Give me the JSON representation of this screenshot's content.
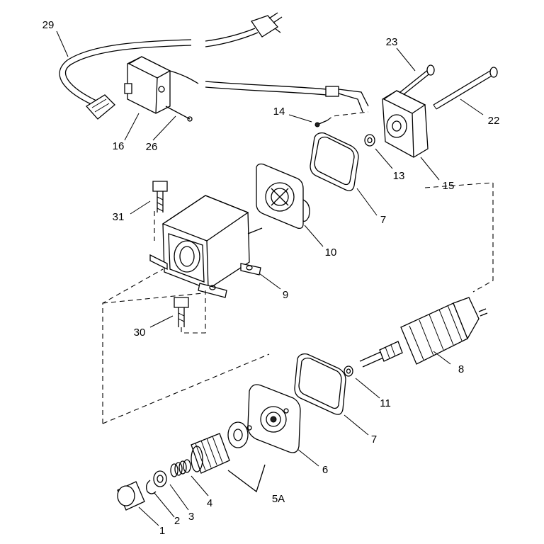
{
  "callouts": {
    "p29": "29",
    "p23": "23",
    "p22": "22",
    "p14": "14",
    "p16": "16",
    "p26": "26",
    "p13": "13",
    "p15": "15",
    "p31": "31",
    "p7a": "7",
    "p10": "10",
    "p9": "9",
    "p30": "30",
    "p8": "8",
    "p11": "11",
    "p7b": "7",
    "p6": "6",
    "p5A": "5A",
    "p4": "4",
    "p3": "3",
    "p2": "2",
    "p1": "1"
  },
  "colors": {
    "ink": "#000000",
    "paper": "#ffffff"
  }
}
